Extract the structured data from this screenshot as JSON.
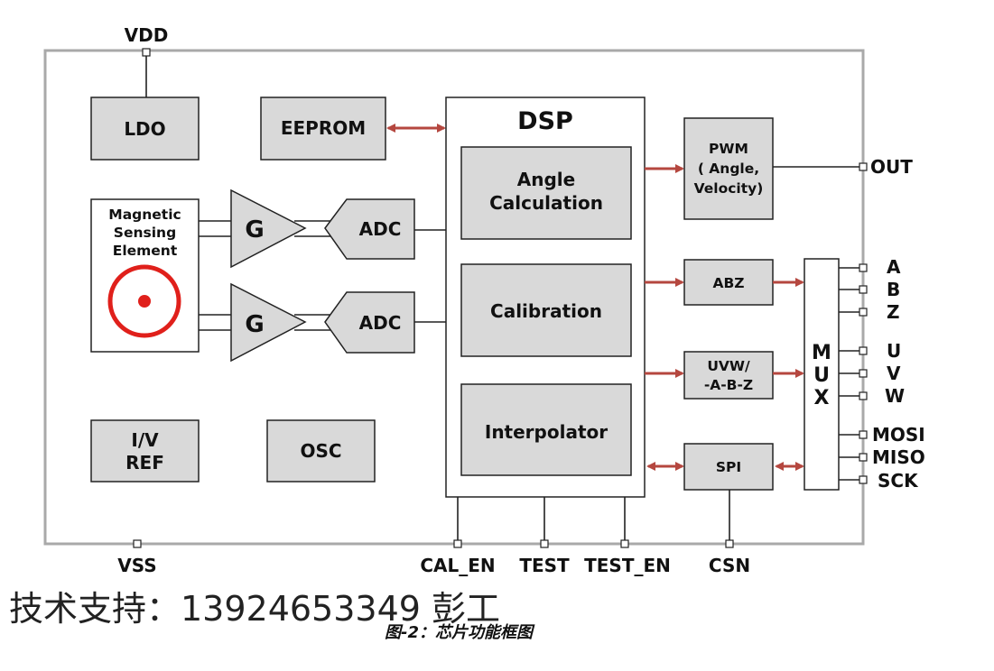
{
  "colors": {
    "chip_border": "#a9a9a9",
    "block_fill": "#d9d9d9",
    "arrow": "#b5473f",
    "sensor_ring": "#e0201b"
  },
  "pins": {
    "vdd": "VDD",
    "vss": "VSS",
    "out": "OUT",
    "a": "A",
    "b": "B",
    "z": "Z",
    "u": "U",
    "v": "V",
    "w": "W",
    "mosi": "MOSI",
    "miso": "MISO",
    "sck": "SCK",
    "cal_en": "CAL_EN",
    "test": "TEST",
    "test_en": "TEST_EN",
    "csn": "CSN"
  },
  "blocks": {
    "ldo": "LDO",
    "eeprom": "EEPROM",
    "sensor": [
      "Magnetic",
      "Sensing",
      "Element"
    ],
    "gain": "G",
    "adc": "ADC",
    "iv_ref": [
      "I/V",
      "REF"
    ],
    "osc": "OSC",
    "dsp": "DSP",
    "angle": [
      "Angle",
      "Calculation"
    ],
    "calibration": "Calibration",
    "interpolator": "Interpolator",
    "pwm": [
      "PWM",
      "( Angle,",
      "Velocity)"
    ],
    "abz": "ABZ",
    "uvw": [
      "UVW/",
      "-A-B-Z"
    ],
    "spi": "SPI",
    "mux": [
      "M",
      "U",
      "X"
    ]
  },
  "support_text": "技术支持：13924653349 彭工",
  "caption": "图-2：芯片功能框图"
}
